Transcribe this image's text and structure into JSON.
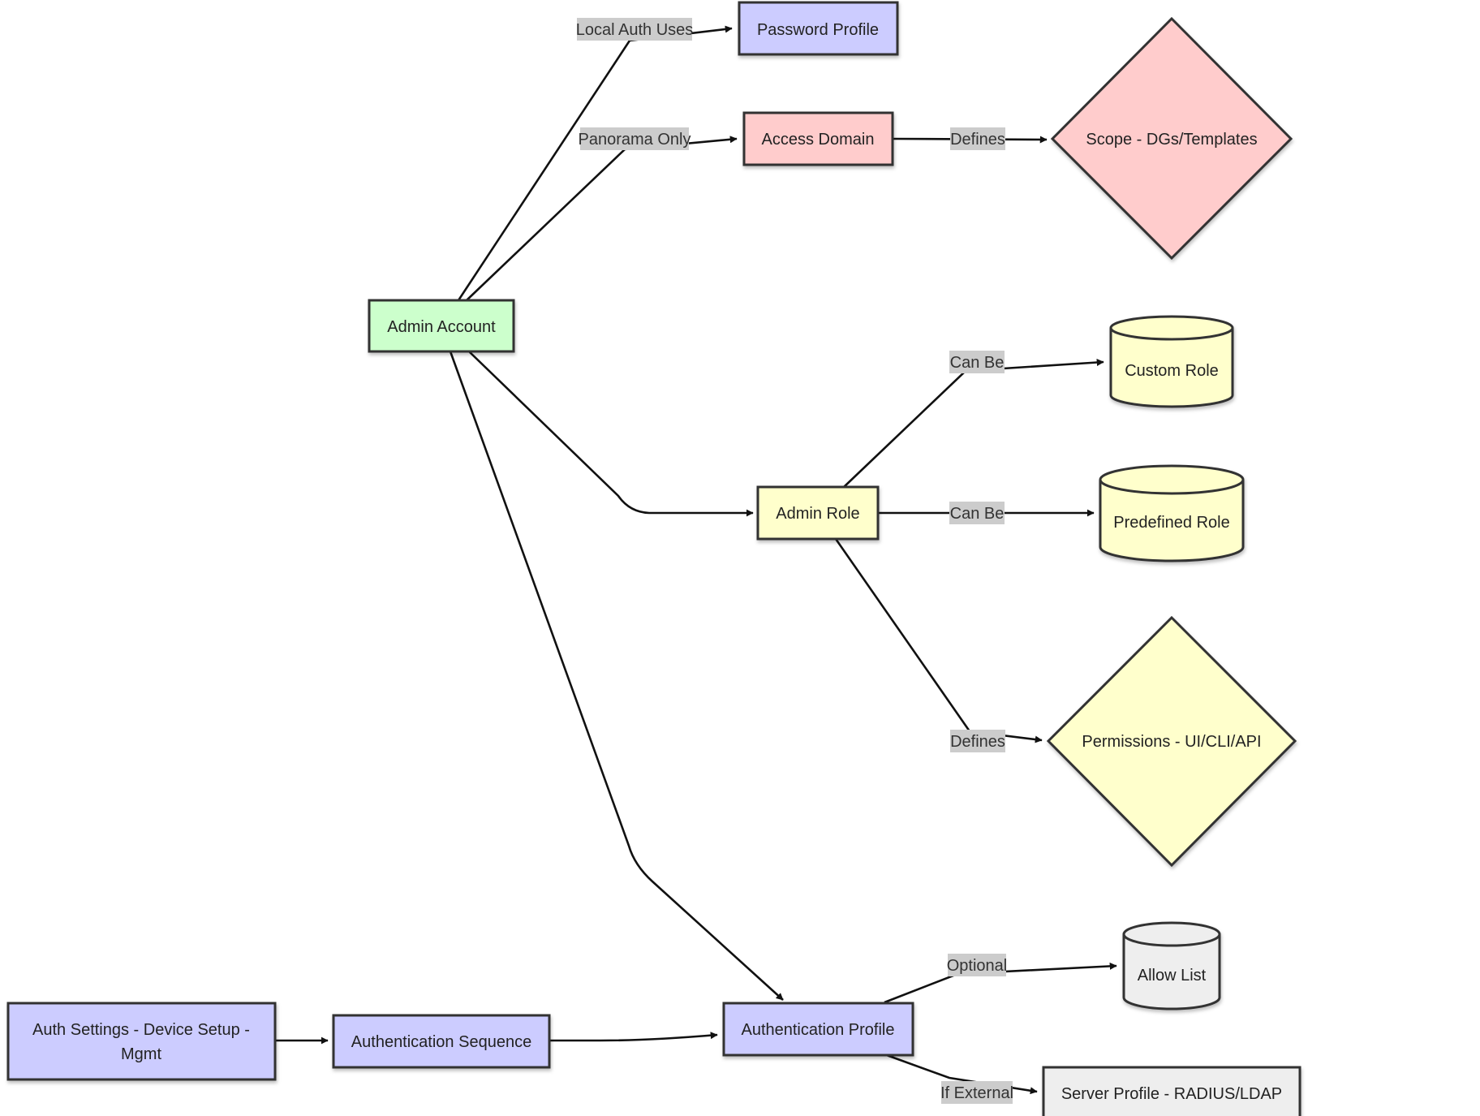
{
  "colors": {
    "green": "#ccffcc",
    "blue": "#ccccff",
    "red": "#ffcccc",
    "yellow": "#ffffcc",
    "gray": "#eeeeee",
    "border": "#333333",
    "label_bg": "#cccccc"
  },
  "nodes": {
    "admin_account": {
      "label": "Admin Account",
      "shape": "rectangle",
      "fill": "green"
    },
    "password_profile": {
      "label": "Password Profile",
      "shape": "rectangle",
      "fill": "blue"
    },
    "access_domain": {
      "label": "Access Domain",
      "shape": "rectangle",
      "fill": "red"
    },
    "scope": {
      "label": "Scope - DGs/Templates",
      "shape": "diamond",
      "fill": "red"
    },
    "admin_role": {
      "label": "Admin Role",
      "shape": "rectangle",
      "fill": "yellow"
    },
    "custom_role": {
      "label": "Custom Role",
      "shape": "cylinder",
      "fill": "yellow"
    },
    "predefined_role": {
      "label": "Predefined Role",
      "shape": "cylinder",
      "fill": "yellow"
    },
    "permissions": {
      "label": "Permissions - UI/CLI/API",
      "shape": "diamond",
      "fill": "yellow"
    },
    "auth_settings": {
      "label_line1": "Auth Settings - Device Setup -",
      "label_line2": "Mgmt",
      "shape": "rectangle",
      "fill": "blue"
    },
    "auth_sequence": {
      "label": "Authentication Sequence",
      "shape": "rectangle",
      "fill": "blue"
    },
    "auth_profile": {
      "label": "Authentication Profile",
      "shape": "rectangle",
      "fill": "blue"
    },
    "allow_list": {
      "label": "Allow List",
      "shape": "cylinder",
      "fill": "gray"
    },
    "server_profile": {
      "label": "Server Profile - RADIUS/LDAP",
      "shape": "rectangle",
      "fill": "gray"
    }
  },
  "edges": [
    {
      "from": "admin_account",
      "to": "password_profile",
      "label": "Local Auth Uses"
    },
    {
      "from": "admin_account",
      "to": "access_domain",
      "label": "Panorama Only"
    },
    {
      "from": "access_domain",
      "to": "scope",
      "label": "Defines"
    },
    {
      "from": "admin_account",
      "to": "admin_role",
      "label": ""
    },
    {
      "from": "admin_account",
      "to": "auth_profile",
      "label": ""
    },
    {
      "from": "admin_role",
      "to": "custom_role",
      "label": "Can Be"
    },
    {
      "from": "admin_role",
      "to": "predefined_role",
      "label": "Can Be"
    },
    {
      "from": "admin_role",
      "to": "permissions",
      "label": "Defines"
    },
    {
      "from": "auth_settings",
      "to": "auth_sequence",
      "label": ""
    },
    {
      "from": "auth_sequence",
      "to": "auth_profile",
      "label": ""
    },
    {
      "from": "auth_profile",
      "to": "allow_list",
      "label": "Optional"
    },
    {
      "from": "auth_profile",
      "to": "server_profile",
      "label": "If External"
    }
  ],
  "edge_labels": {
    "local_auth_uses": "Local Auth Uses",
    "panorama_only": "Panorama Only",
    "defines_scope": "Defines",
    "can_be_custom": "Can Be",
    "can_be_predefined": "Can Be",
    "defines_permissions": "Defines",
    "optional": "Optional",
    "if_external": "If External"
  }
}
